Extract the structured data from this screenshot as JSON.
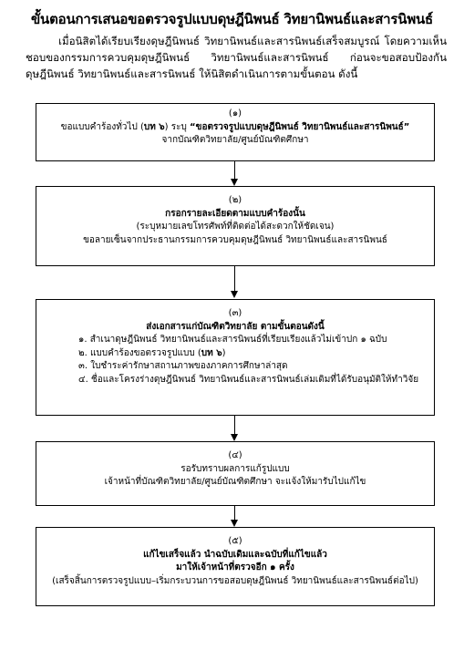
{
  "title": "ขั้นตอนการเสนอขอตรวจรูปแบบดุษฎีนิพนธ์ วิทยานิพนธ์และสารนิพนธ์",
  "intro": "เมื่อนิสิตได้เรียบเรียงดุษฎีนิพนธ์ วิทยานิพนธ์และสารนิพนธ์เสร็จสมบูรณ์ โดยความเห็นชอบของกรรมการควบคุมดุษฎีนิพนธ์ วิทยานิพนธ์และสารนิพนธ์ ก่อนจะขอสอบป้องกันดุษฎีนิพนธ์ วิทยานิพนธ์และสารนิพนธ์ ให้นิสิตดำเนินการตามขั้นตอน ดังนี้",
  "steps": [
    {
      "number": "(๑)",
      "line1_prefix": "ขอแบบคำร้องทั่วไป (",
      "line1_code": "บท ๖",
      "line1_mid": ") ระบุ ",
      "line1_quote": "“ขอตรวจรูปแบบดุษฎีนิพนธ์ วิทยานิพนธ์และสารนิพนธ์”",
      "line2": "จากบัณฑิตวิทยาลัย/ศูนย์บัณฑิตศึกษา"
    },
    {
      "number": "(๒)",
      "heading": "กรอกรายละเอียดตามแบบคำร้องนั้น",
      "line2": "(ระบุหมายเลขโทรศัพท์ที่ติดต่อได้สะดวกให้ชัดเจน)",
      "line3": "ขอลายเซ็นจากประธานกรรมการควบคุมดุษฎีนิพนธ์ วิทยานิพนธ์และสารนิพนธ์"
    },
    {
      "number": "(๓)",
      "heading": "ส่งเอกสารแก่บัณฑิตวิทยาลัย ตามขั้นตอนดังนี้",
      "item1": "๑. สำเนาดุษฎีนิพนธ์ วิทยานิพนธ์และสารนิพนธ์ที่เรียบเรียงแล้วไม่เข้าปก ๑ ฉบับ",
      "item2_prefix": "๒. แบบคำร้องขอตรวจรูปแบบ (",
      "item2_code": "บท ๖",
      "item2_suffix": ")",
      "item3": "๓. ใบชำระค่ารักษาสถานภาพของภาคการศึกษาล่าสุด",
      "item4": "๔. ชื่อและโครงร่างดุษฎีนิพนธ์ วิทยานิพนธ์และสารนิพนธ์เล่มเดิมที่ได้รับอนุมัติให้ทำวิจัย"
    },
    {
      "number": "(๔)",
      "line1": "รอรับทราบผลการแก้รูปแบบ",
      "line2": "เจ้าหน้าที่บัณฑิตวิทยาลัย/ศูนย์บัณฑิตศึกษา จะแจ้งให้มารับไปแก้ไข"
    },
    {
      "number": "(๕)",
      "heading1": "แก้ไขเสร็จแล้ว นำฉบับเดิมและฉบับที่แก้ไขแล้ว",
      "heading2": "มาให้เจ้าหน้าที่ตรวจอีก ๑ ครั้ง",
      "line3": "(เสร็จสิ้นการตรวจรูปแบบ–เริ่มกระบวนการขอสอบดุษฎีนิพนธ์ วิทยานิพนธ์และสารนิพนธ์ต่อไป)"
    }
  ]
}
